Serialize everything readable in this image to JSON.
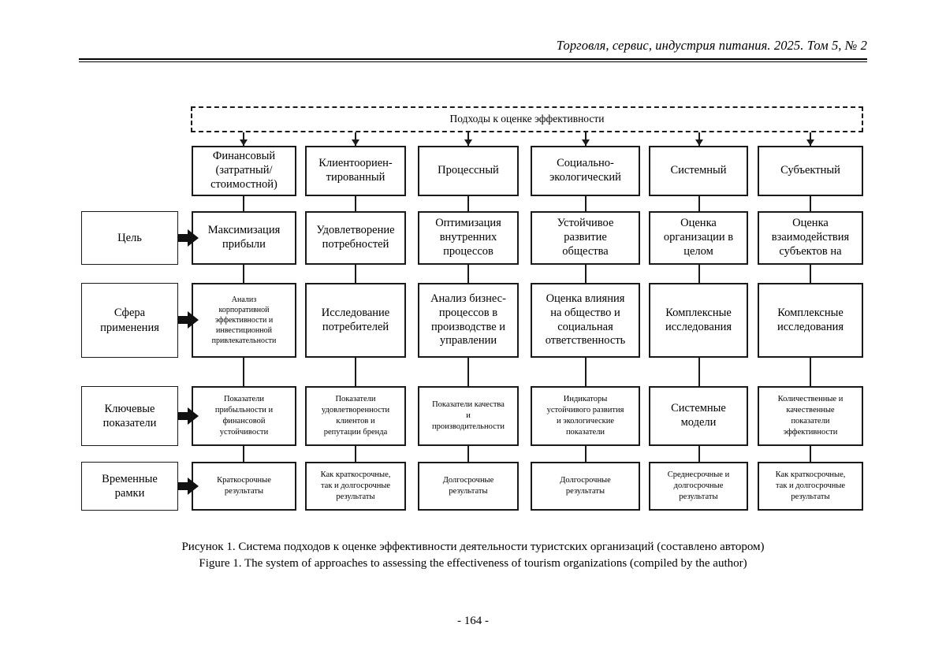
{
  "page": {
    "running_head": "Торговля, сервис, индустрия питания. 2025. Том 5, № 2",
    "folio": "- 164 -"
  },
  "figure": {
    "root_label": "Подходы к оценке эффективности",
    "row_labels": [
      "Цель",
      "Сфера\nприменения",
      "Ключевые\nпоказатели",
      "Временные\nрамки"
    ],
    "columns": [
      {
        "approach": "Финансовый\n(затратный/\nстоимостной)",
        "goal": "Максимизация\nприбыли",
        "scope": "Анализ\nкорпоративной\nэффективности и\nинвестиционной\nпривлекательности",
        "indicators": "Показатели\nприбыльности и\nфинансовой\nустойчивости",
        "timeframe": "Краткосрочные\nрезультаты"
      },
      {
        "approach": "Клиентоориен-\nтированный",
        "goal": "Удовлетворение\nпотребностей",
        "scope": "Исследование\nпотребителей",
        "indicators": "Показатели\nудовлетворенности\nклиентов и\nрепутации бренда",
        "timeframe": "Как краткосрочные,\nтак и долгосрочные\nрезультаты"
      },
      {
        "approach": "Процессный",
        "goal": "Оптимизация\nвнутренних\nпроцессов",
        "scope": "Анализ бизнес-\nпроцессов в\nпроизводстве и\nуправлении",
        "indicators": "Показатели качества\nи\nпроизводительности",
        "timeframe": "Долгосрочные\nрезультаты"
      },
      {
        "approach": "Социально-\nэкологический",
        "goal": "Устойчивое\nразвитие\nобщества",
        "scope": "Оценка влияния\nна общество и\nсоциальная\nответственность",
        "indicators": "Индикаторы\nустойчивого развития\nи экологические\nпоказатели",
        "timeframe": "Долгосрочные\nрезультаты"
      },
      {
        "approach": "Системный",
        "goal": "Оценка\nорганизации в\nцелом",
        "scope": "Комплексные\nисследования",
        "indicators": "Системные\nмодели",
        "timeframe": "Среднесрочные и\nдолгосрочные\nрезультаты"
      },
      {
        "approach": "Субъектный",
        "goal": "Оценка\nвзаимодействия\nсубъектов на",
        "scope": "Комплексные\nисследования",
        "indicators": "Количественные и\nкачественные\nпоказатели\nэффективности",
        "timeframe": "Как краткосрочные,\nтак и долгосрочные\nрезультаты"
      }
    ]
  },
  "caption": {
    "ru": "Рисунок 1. Система подходов к оценке эффективности деятельности туристских организаций (составлено автором)",
    "en": "Figure 1. The system of approaches to assessing the effectiveness of tourism organizations (compiled by the author)"
  }
}
